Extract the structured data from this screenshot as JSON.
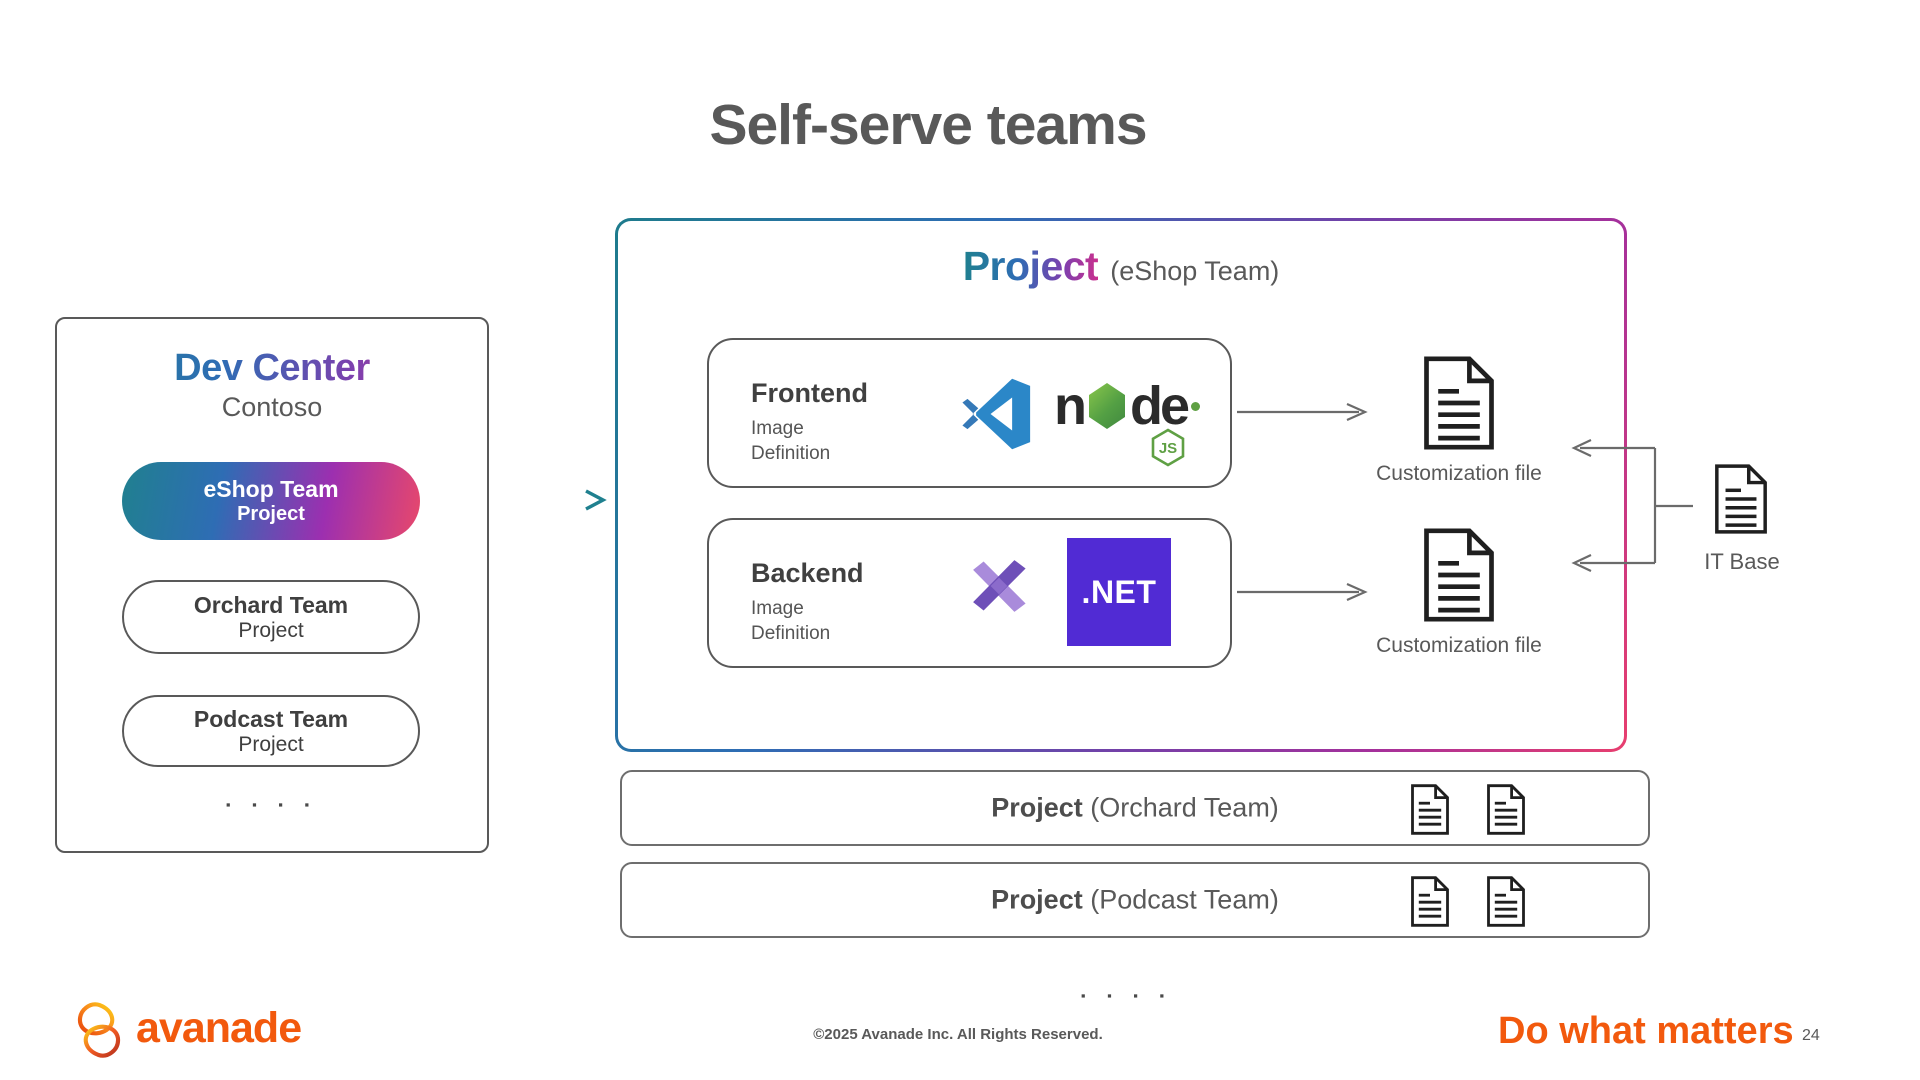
{
  "slide": {
    "title": "Self-serve teams",
    "ellipsis_left": "▪ ▪ ▪ ▪",
    "ellipsis_bottom": "▪ ▪ ▪ ▪"
  },
  "dev_center": {
    "title": "Dev Center",
    "subtitle": "Contoso",
    "projects": [
      {
        "name": "eShop Team",
        "type": "Project"
      },
      {
        "name": "Orchard Team",
        "type": "Project"
      },
      {
        "name": "Podcast Team",
        "type": "Project"
      }
    ]
  },
  "project_box": {
    "title": "Project",
    "team": "(eShop Team)",
    "cards": [
      {
        "name": "Frontend",
        "desc_line1": "Image",
        "desc_line2": "Definition",
        "output": "Customization file"
      },
      {
        "name": "Backend",
        "desc_line1": "Image",
        "desc_line2": "Definition",
        "output": "Customization file"
      }
    ]
  },
  "it_base": {
    "label": "IT Base"
  },
  "other_projects": [
    {
      "title": "Project",
      "team": "(Orchard Team)"
    },
    {
      "title": "Project",
      "team": "(Podcast Team)"
    }
  ],
  "logos": {
    "node_n": "n",
    "node_de": "de",
    "node_badge": "JS",
    "dotnet": ".NET",
    "avanade": "avanade"
  },
  "footer": {
    "copyright": "©2025 Avanade Inc. All Rights Reserved.",
    "tagline": "Do what matters",
    "page_number": "24"
  },
  "colors": {
    "teal": "#1F808F",
    "blue": "#2E6DB4",
    "purple": "#7F3FAE",
    "magenta": "#C9308E",
    "pink": "#E8486B",
    "orange": "#F2590D",
    "gray": "#595959",
    "dotnet_purple": "#512BD4",
    "node_green": "#5FA044"
  }
}
